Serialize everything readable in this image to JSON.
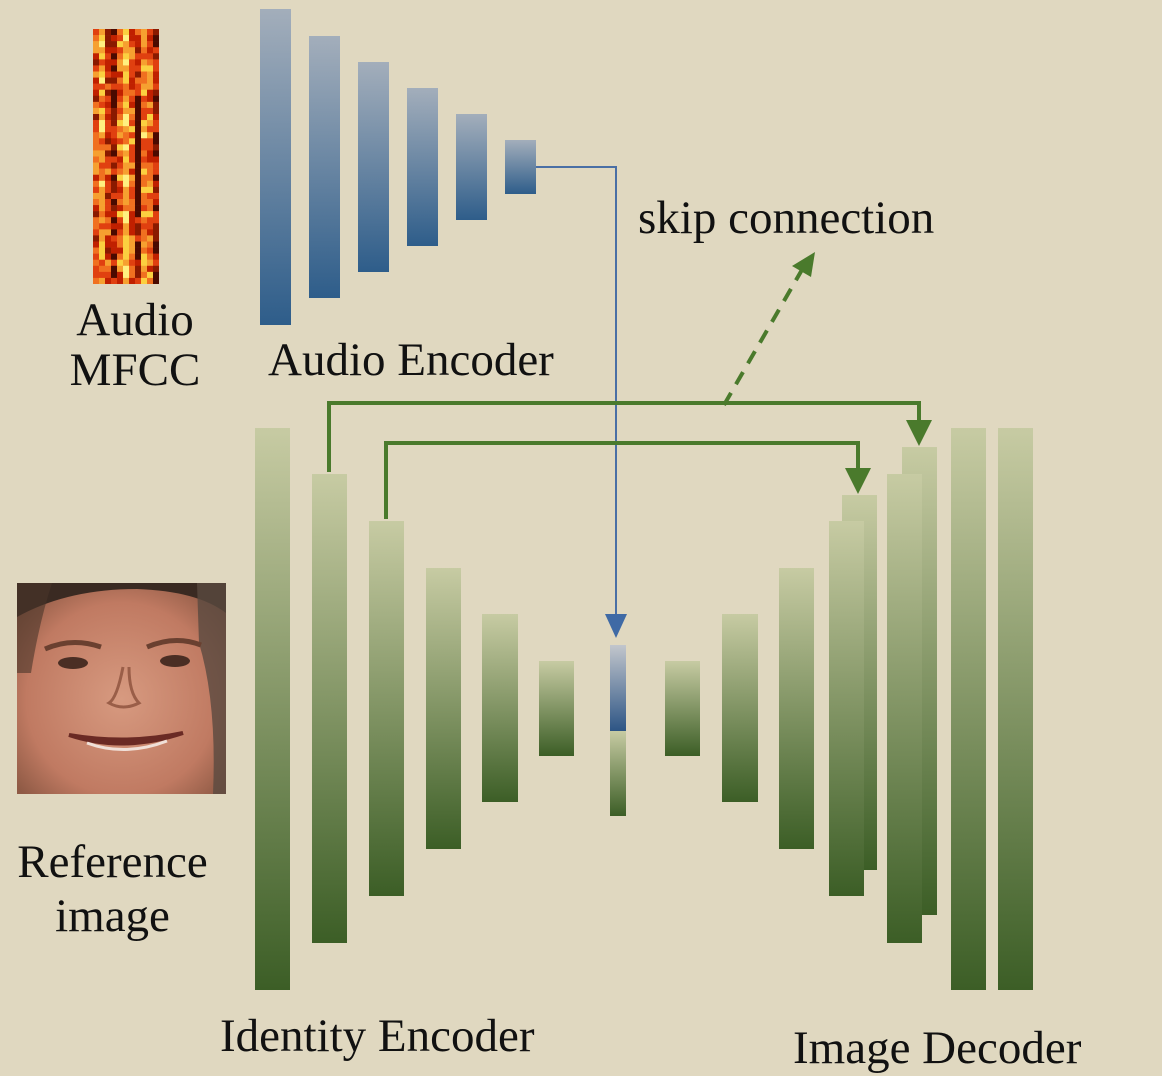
{
  "labels": {
    "audio_mfcc_line1": "Audio",
    "audio_mfcc_line2": "MFCC",
    "audio_encoder": "Audio Encoder",
    "skip_connection": "skip connection",
    "reference_line1": "Reference",
    "reference_line2": "image",
    "identity_encoder": "Identity Encoder",
    "image_decoder": "Image Decoder"
  },
  "colors": {
    "background": "#e0d8c0",
    "audio_top": "#a3aebb",
    "audio_bottom": "#2e5d8a",
    "green_top": "#c7cba3",
    "green_bottom": "#3c5e26",
    "skip_arrow": "#4a7a2c",
    "audio_arrow": "#4a6fa5"
  },
  "icons": {
    "mfcc": "mfcc-spectrogram",
    "reference": "reference-face-photo"
  }
}
